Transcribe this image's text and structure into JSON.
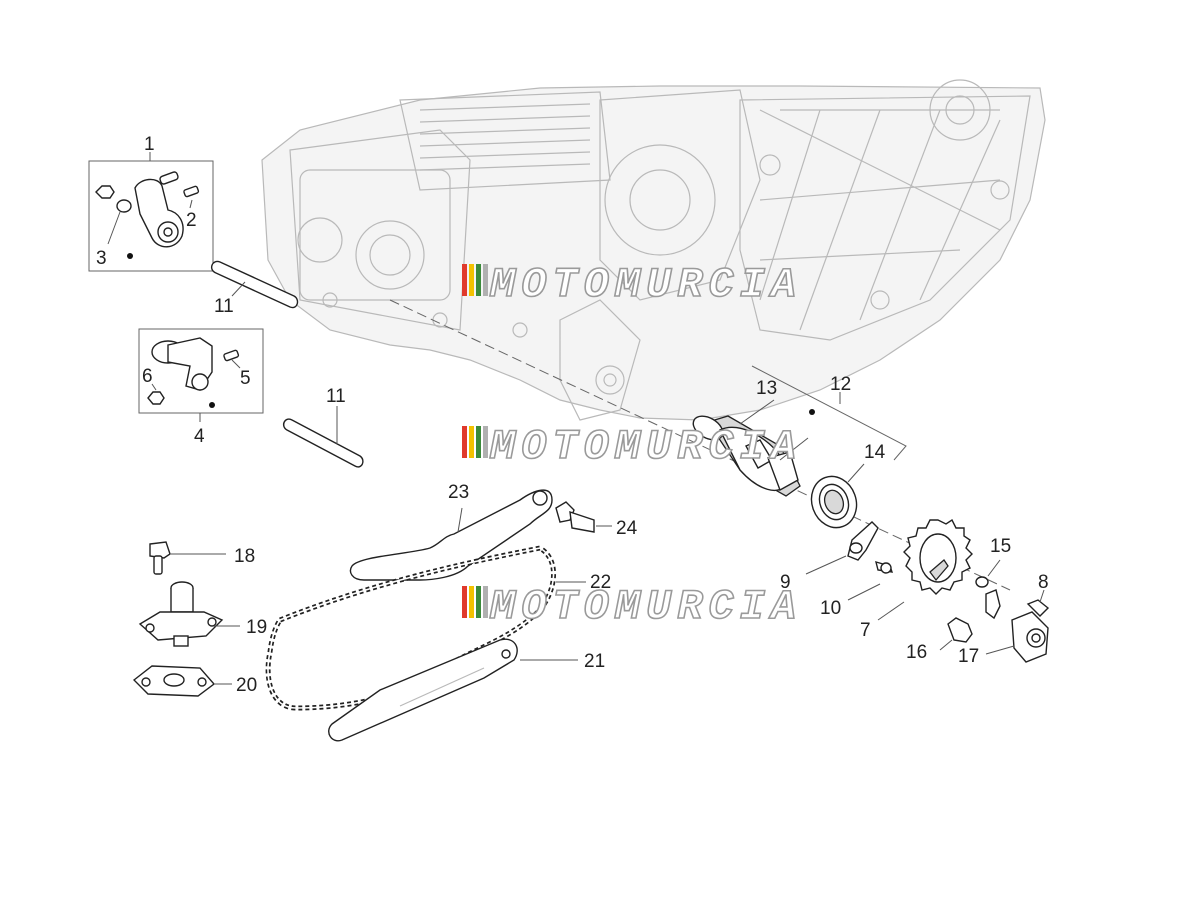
{
  "watermark": {
    "text": "MOTOMURCIA",
    "colors": [
      "#e03a2c",
      "#f2c200",
      "#3a8a3a",
      "#b0b0b0"
    ]
  },
  "callouts": [
    "1",
    "2",
    "3",
    "4",
    "5",
    "6",
    "7",
    "8",
    "9",
    "10",
    "11",
    "11",
    "12",
    "13",
    "14",
    "15",
    "16",
    "17",
    "18",
    "19",
    "20",
    "21",
    "22",
    "23",
    "24"
  ]
}
